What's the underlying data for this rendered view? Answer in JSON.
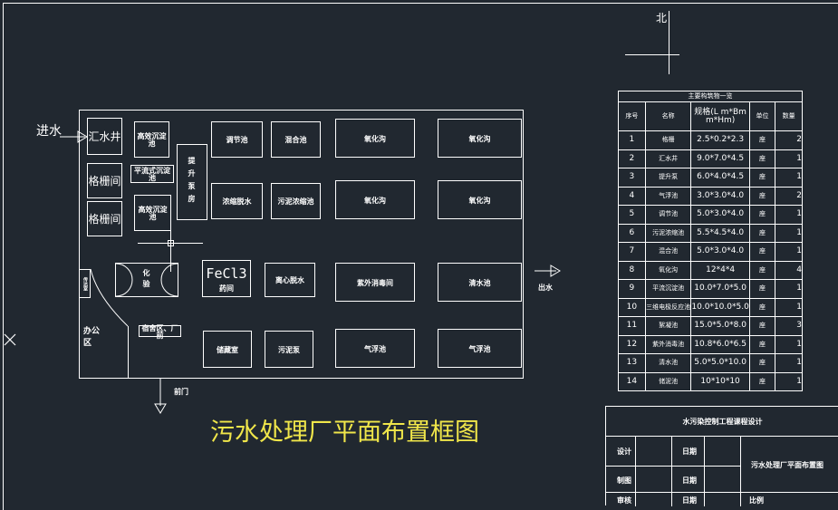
{
  "title": "污水处理厂平面布置框图",
  "north": "北",
  "inlet": "进水",
  "outlet": "出水",
  "gate": "前门",
  "units": {
    "collect_well": "汇水井",
    "coarse_grid": "格栅间",
    "fine_grid": "格栅间",
    "sed1": "高效沉淀池",
    "sed2": "平流式沉淀池",
    "sed3": "高效沉淀池",
    "pump": "提升泵房",
    "adjust": "调节池",
    "mix": "混合池",
    "oxid1": "氧化沟",
    "oxid2": "氧化沟",
    "dewater": "浓缩脱水",
    "sludge_thick": "污泥浓缩池",
    "oxid3": "氧化沟",
    "oxid4": "氧化沟",
    "lab": "化验",
    "fecl3": "FeCl3",
    "fecl3_sub": "药间",
    "centrifuge": "离心脱水",
    "uv": "紫外消毒间",
    "clear": "清水池",
    "office": "办公区",
    "dorm": "宿舍区、厂前",
    "store": "储藏室",
    "sludge": "污泥泵",
    "air1": "气浮池",
    "air2": "气浮池",
    "guard": "传达室"
  },
  "legend": {
    "title": "主要构筑物一览",
    "headers": [
      "序号",
      "名称",
      "规格(L m*Bm m*Hm)",
      "单位",
      "数量"
    ],
    "rows": [
      [
        "1",
        "格栅",
        "2.5*0.2*2.3",
        "座",
        "2"
      ],
      [
        "2",
        "汇水井",
        "9.0*7.0*4.5",
        "座",
        "1"
      ],
      [
        "3",
        "提升泵",
        "6.0*4.0*4.5",
        "座",
        "1"
      ],
      [
        "4",
        "气浮池",
        "3.0*3.0*4.0",
        "座",
        "2"
      ],
      [
        "5",
        "调节池",
        "5.0*3.0*4.0",
        "座",
        "1"
      ],
      [
        "6",
        "污泥浓缩池",
        "5.5*4.5*4.0",
        "座",
        "1"
      ],
      [
        "7",
        "混合池",
        "5.0*3.0*4.0",
        "座",
        "1"
      ],
      [
        "8",
        "氧化沟",
        "12*4*4",
        "座",
        "4"
      ],
      [
        "9",
        "平流沉淀池",
        "10.0*7.0*5.0",
        "座",
        "1"
      ],
      [
        "10",
        "三维电极反应池",
        "10.0*10.0*5.0",
        "座",
        "1"
      ],
      [
        "11",
        "絮凝池",
        "15.0*5.0*8.0",
        "座",
        "3"
      ],
      [
        "12",
        "紫外消毒池",
        "10.8*6.0*6.5",
        "座",
        "1"
      ],
      [
        "13",
        "清水池",
        "5.0*5.0*10.0",
        "座",
        "1"
      ],
      [
        "14",
        "储泥池",
        "10*10*10",
        "座",
        "1"
      ]
    ]
  },
  "title_block": {
    "project": "水污染控制工程课程设计",
    "design": "设计",
    "draw": "制图",
    "review": "审核",
    "date1": "日期",
    "date2": "日期",
    "date3": "日期",
    "drawing_name": "污水处理厂平面布置图",
    "scale": "比例"
  },
  "colors": {
    "background": "#212830",
    "lines": "#ffffff",
    "title": "#f0e64a"
  }
}
